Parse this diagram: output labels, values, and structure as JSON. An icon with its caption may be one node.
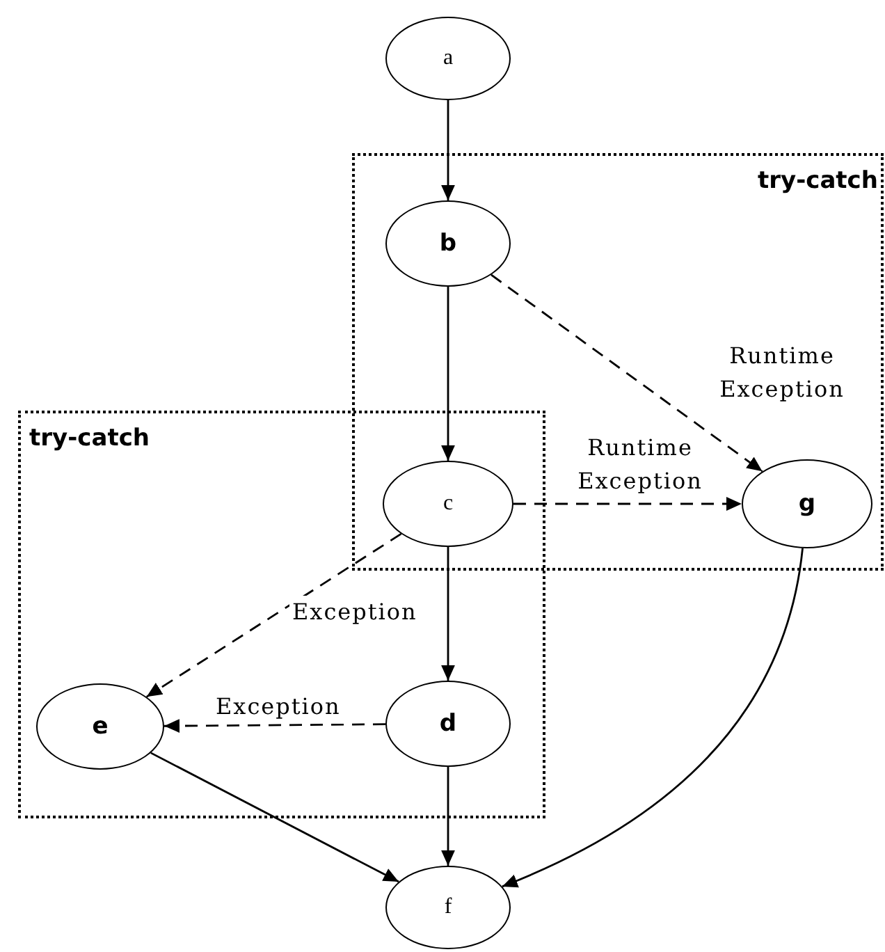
{
  "diagram": {
    "nodes": [
      {
        "text": [
          "a"
        ]
      },
      {
        "text": [
          "try-catch"
        ]
      },
      {
        "text": [
          "b"
        ],
        "in": 1
      },
      {
        "text": [
          "try-catch"
        ]
      },
      {
        "text": [
          "c"
        ]
      },
      {
        "text": [
          "g"
        ],
        "in": 1
      },
      {
        "text": [
          "e"
        ],
        "in": 3
      },
      {
        "text": [
          "d"
        ],
        "in": 3
      },
      {
        "text": [
          "f"
        ]
      }
    ],
    "edges": [
      {
        "from": 0,
        "to": 2,
        "arrow": "to"
      },
      {
        "from": 2,
        "to": 4,
        "arrow": "to"
      },
      {
        "from": 2,
        "to": 5,
        "arrow": "to",
        "label": "Runtime Exception",
        "style": "dashed"
      },
      {
        "from": 4,
        "to": 5,
        "arrow": "to",
        "label": "Runtime Exception",
        "style": "dashed"
      },
      {
        "from": 4,
        "to": 7,
        "arrow": "to"
      },
      {
        "from": 4,
        "to": 6,
        "arrow": "to",
        "label": "Exception",
        "style": "dashed"
      },
      {
        "from": 7,
        "to": 6,
        "arrow": "to",
        "label": "Exception",
        "style": "dashed"
      },
      {
        "from": 6,
        "to": 8,
        "arrow": "to"
      },
      {
        "from": 7,
        "to": 8,
        "arrow": "to"
      },
      {
        "from": 5,
        "to": 8,
        "arrow": "to"
      }
    ]
  }
}
